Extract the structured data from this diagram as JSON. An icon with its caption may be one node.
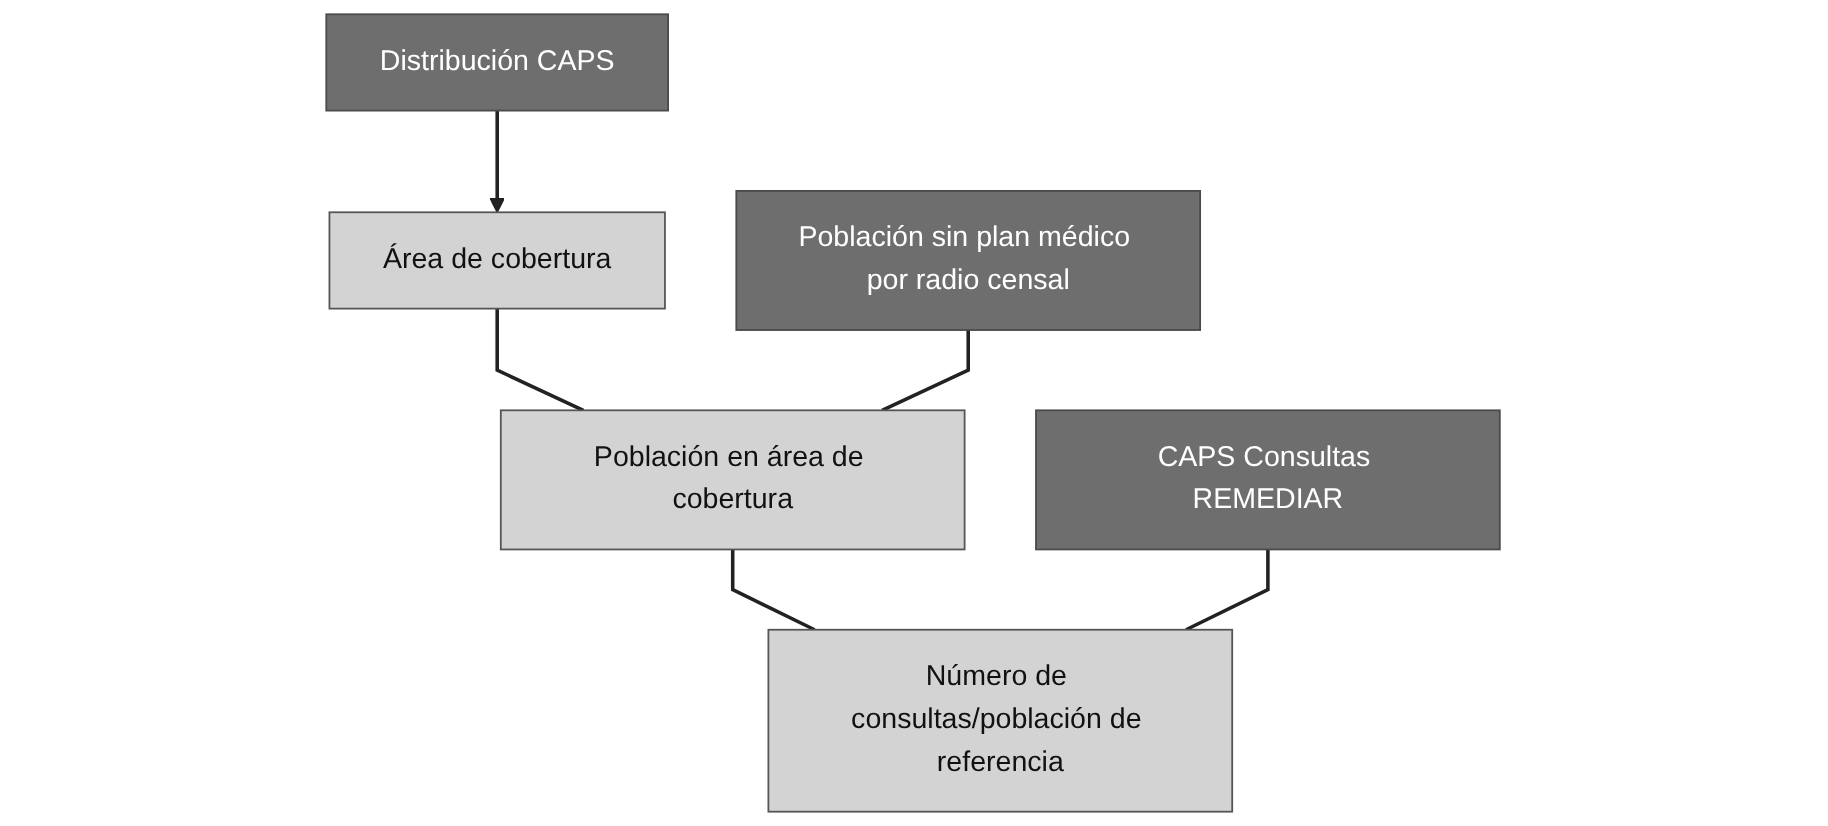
{
  "diagram": {
    "nodes": [
      {
        "text": [
          "Distribución CAPS"
        ]
      },
      {
        "text": [
          "Área de cobertura"
        ]
      },
      {
        "text": [
          "Población sin plan médico por radio censal"
        ]
      },
      {
        "text": [
          "Población en área de cobertura"
        ]
      },
      {
        "text": [
          "CAPS Consultas REMEDIAR"
        ]
      },
      {
        "text": [
          "Número de consultas/población de referencia"
        ]
      }
    ],
    "edges": [
      {
        "from": 0,
        "to": 1,
        "arrow": "to"
      },
      {
        "from": 1,
        "to": 3,
        "arrow": "none"
      },
      {
        "from": 2,
        "to": 3,
        "arrow": "none"
      },
      {
        "from": 3,
        "to": 5,
        "arrow": "none"
      },
      {
        "from": 4,
        "to": 5,
        "arrow": "none"
      }
    ]
  }
}
